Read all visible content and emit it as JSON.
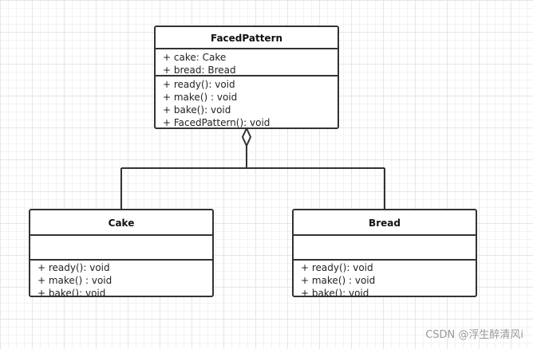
{
  "diagram": {
    "classes": [
      {
        "id": "faced",
        "name": "FacedPattern",
        "attributes": [
          "+  cake: Cake",
          "+  bread: Bread"
        ],
        "methods": [
          "+  ready(): void",
          "+  make() : void",
          "+  bake(): void",
          "+  FacedPattern(): void"
        ]
      },
      {
        "id": "cake",
        "name": "Cake",
        "attributes": [],
        "methods": [
          "+  ready(): void",
          "+  make() : void",
          "+  bake(): void"
        ]
      },
      {
        "id": "bread",
        "name": "Bread",
        "attributes": [],
        "methods": [
          "+  ready(): void",
          "+  make() : void",
          "+  bake(): void"
        ]
      }
    ],
    "relations": [
      {
        "type": "aggregation",
        "whole": "FacedPattern",
        "parts": [
          "Cake",
          "Bread"
        ]
      }
    ]
  },
  "watermark": "CSDN @浮生醉清风i",
  "colors": {
    "stroke": "#333333",
    "grid": "#e6e6e6",
    "background": "#ffffff"
  }
}
